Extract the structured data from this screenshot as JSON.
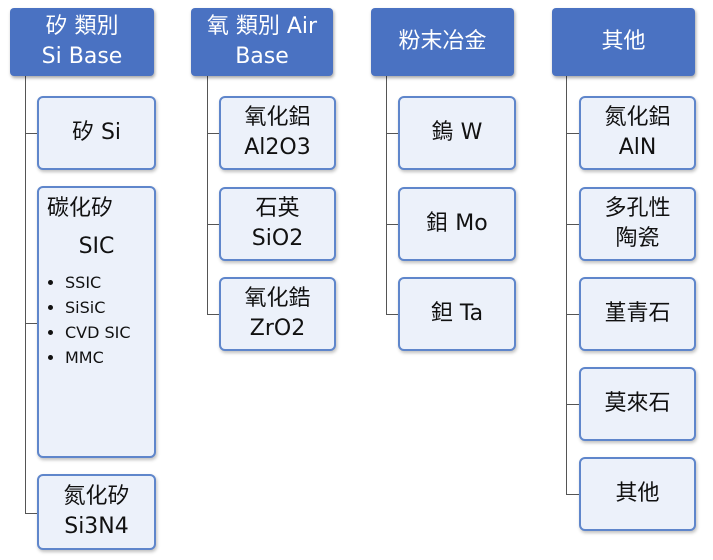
{
  "columns": [
    {
      "header": [
        "矽 類別",
        "Si Base"
      ],
      "items": [
        {
          "lines": [
            "矽 Si"
          ]
        },
        {
          "title": "碳化矽",
          "sub": "SIC",
          "bullets": [
            "SSIC",
            "SiSiC",
            "CVD SIC",
            "MMC"
          ]
        },
        {
          "lines": [
            "氮化矽",
            "Si3N4"
          ]
        }
      ]
    },
    {
      "header": [
        "氧 類別 Air",
        "Base"
      ],
      "items": [
        {
          "lines": [
            "氧化鋁",
            "Al2O3"
          ]
        },
        {
          "lines": [
            "石英",
            "SiO2"
          ]
        },
        {
          "lines": [
            "氧化鋯",
            "ZrO2"
          ]
        }
      ]
    },
    {
      "header": [
        "粉末冶金"
      ],
      "items": [
        {
          "lines": [
            "鎢 W"
          ]
        },
        {
          "lines": [
            "鉬 Mo"
          ]
        },
        {
          "lines": [
            "鉭 Ta"
          ]
        }
      ]
    },
    {
      "header": [
        "其他"
      ],
      "items": [
        {
          "lines": [
            "氮化鋁",
            "AlN"
          ]
        },
        {
          "lines": [
            "多孔性",
            "陶瓷"
          ]
        },
        {
          "lines": [
            "堇青石"
          ]
        },
        {
          "lines": [
            "莫來石"
          ]
        },
        {
          "lines": [
            "其他"
          ]
        }
      ]
    }
  ],
  "colors": {
    "header_fill": "#4a72c2",
    "box_fill": "#ecf1fa",
    "box_border": "#5f86cb",
    "connector": "#555555"
  }
}
